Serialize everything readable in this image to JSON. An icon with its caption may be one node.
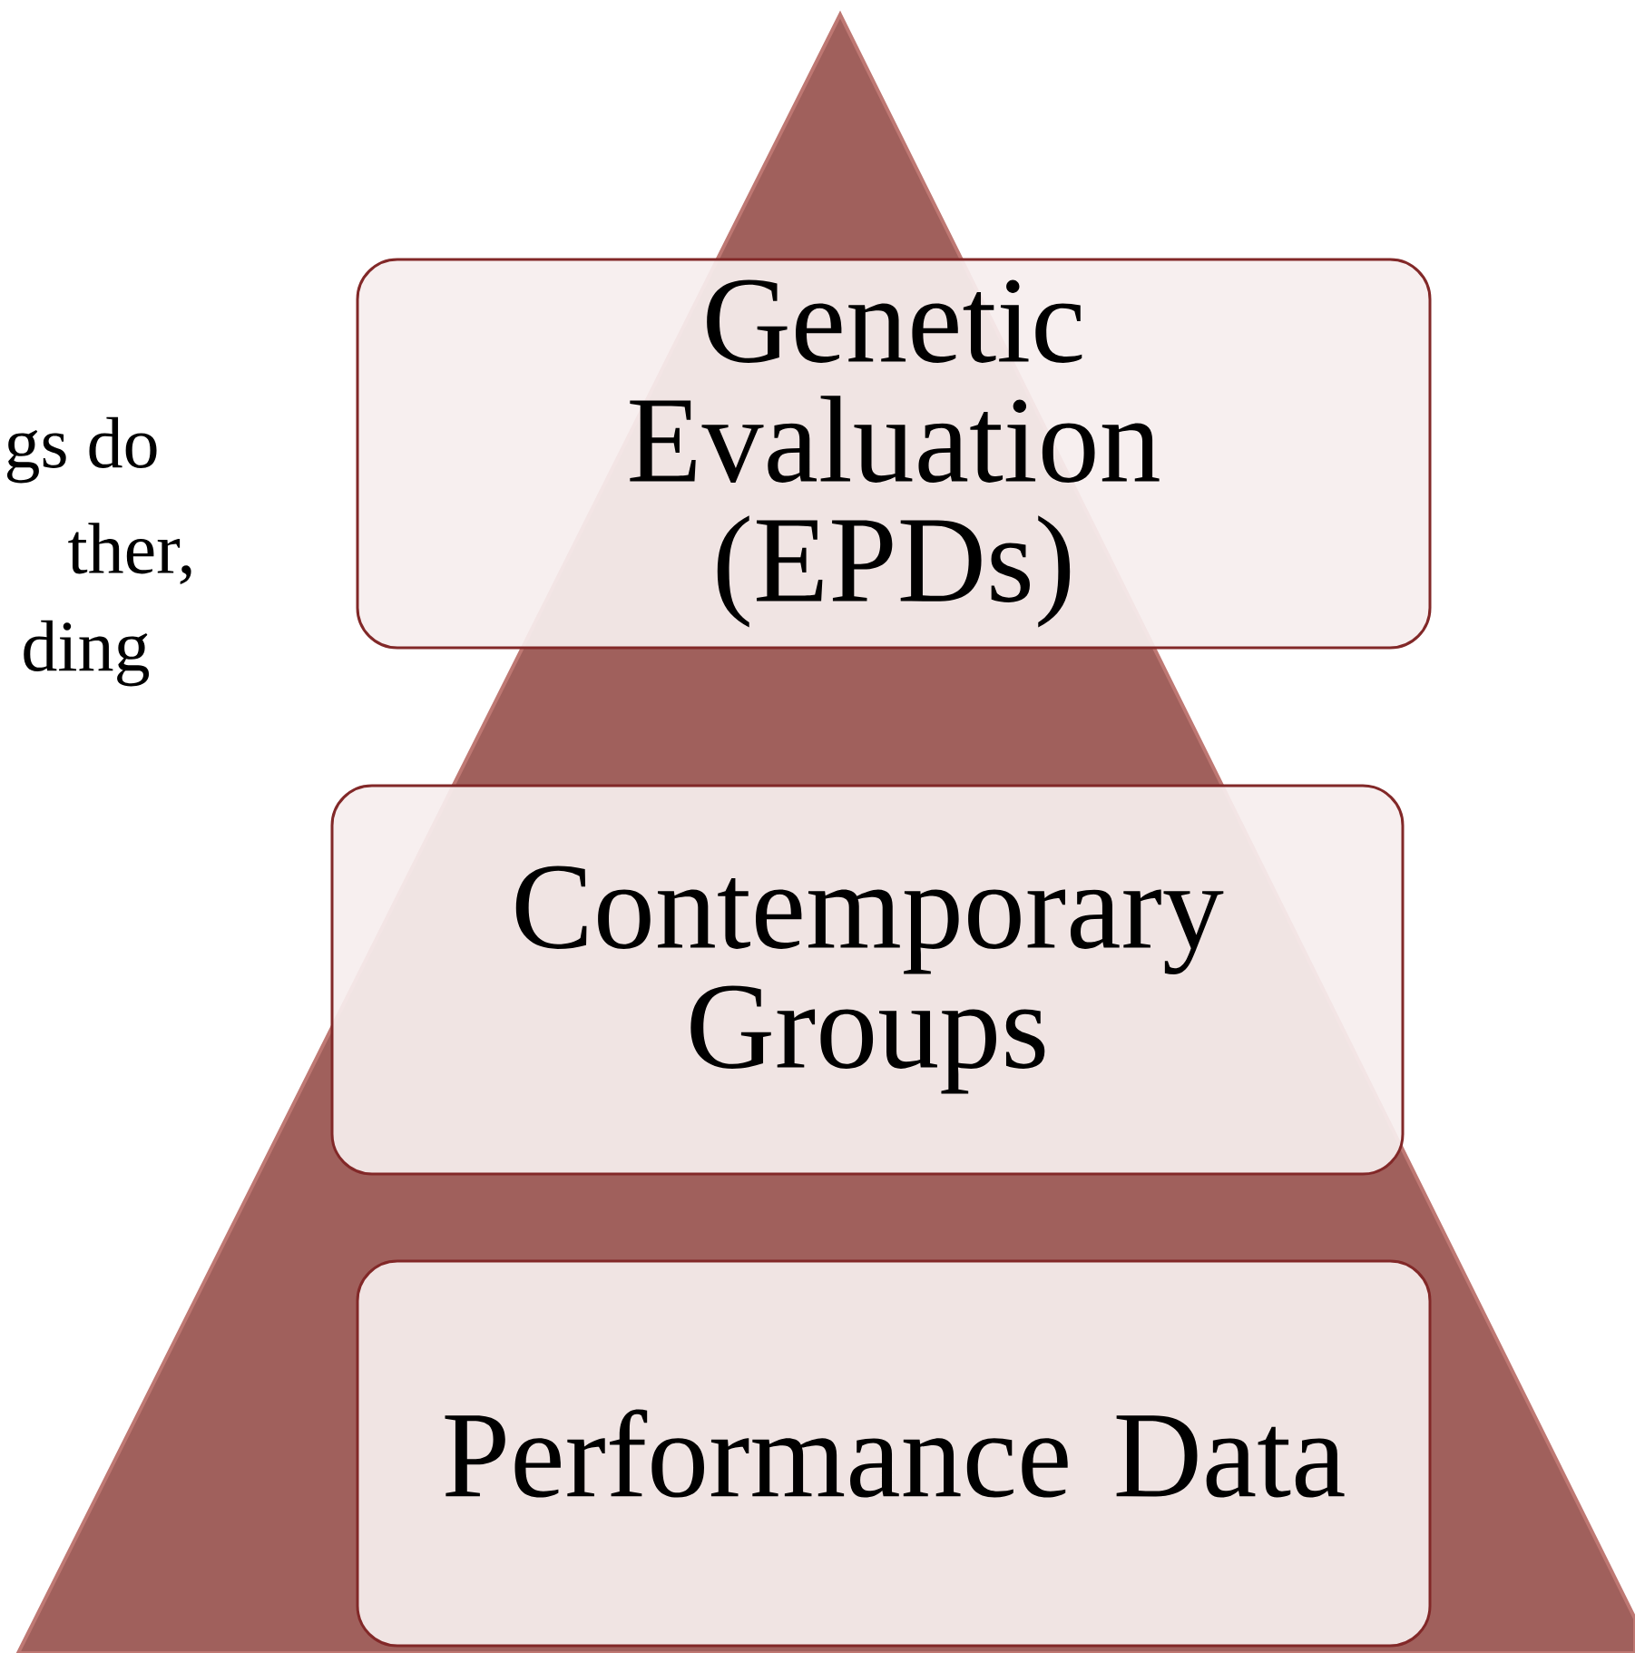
{
  "diagram": {
    "nodes": [
      {
        "text": [
          "Genetic Evaluation (EPDs)"
        ]
      },
      {
        "text": [
          "Contemporary Groups"
        ]
      },
      {
        "text": [
          "Performance Data"
        ]
      }
    ],
    "labels": [
      "gs do",
      "ther,",
      "ding"
    ]
  }
}
